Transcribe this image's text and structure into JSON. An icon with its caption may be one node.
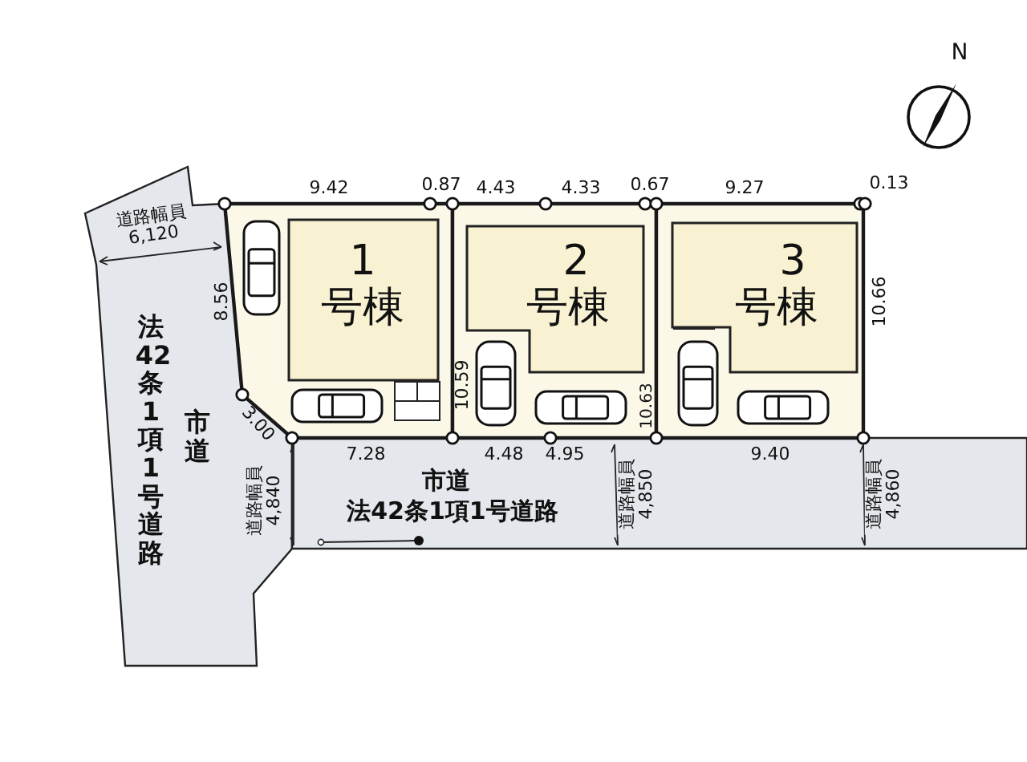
{
  "diagram": {
    "nodes": [
      {
        "text": [
          "1",
          "号棟"
        ]
      },
      {
        "text": [
          "2",
          "号棟"
        ]
      },
      {
        "text": [
          "3",
          "号棟"
        ]
      },
      {
        "text": [
          "法42条1項1号道路",
          "市道"
        ]
      },
      {
        "text": [
          "市道",
          "法42条1項1号道路"
        ]
      }
    ],
    "labels": [
      "N",
      "9.42",
      "0.87",
      "4.43",
      "4.33",
      "0.67",
      "9.27",
      "0.13",
      "道路幅員6,120",
      "8.56",
      "10.59",
      "10.63",
      "10.66",
      "3.00",
      "7.28",
      "4.48",
      "4.95",
      "9.40",
      "道路幅員4,840",
      "道路幅員4,850",
      "道路幅員4,860"
    ]
  }
}
